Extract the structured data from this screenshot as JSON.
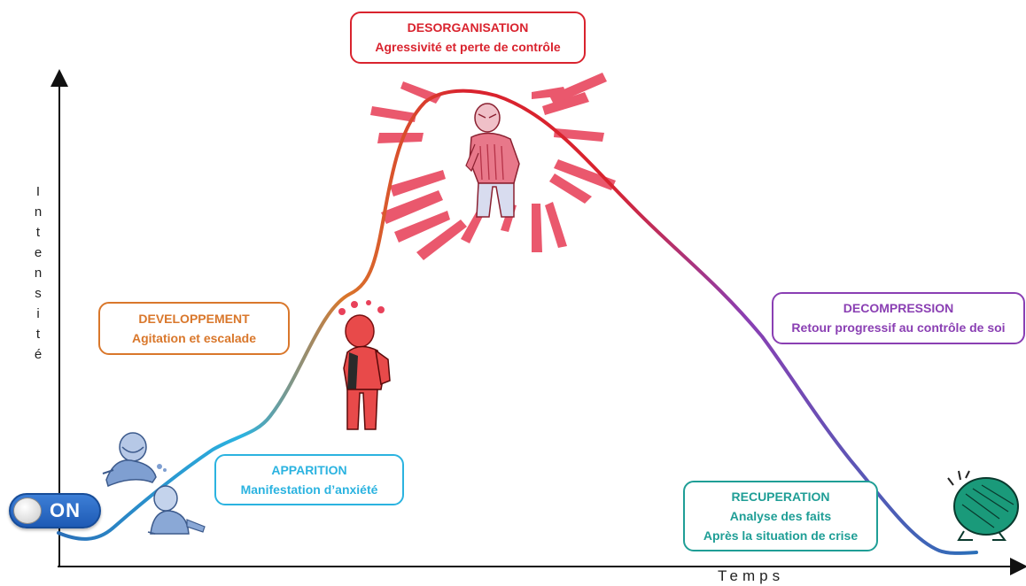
{
  "axes": {
    "y_label_letters": [
      "I",
      "n",
      "t",
      "e",
      "n",
      "s",
      "i",
      "t",
      "é"
    ],
    "x_label": "Temps"
  },
  "toggle": {
    "label": "ON"
  },
  "phases": [
    {
      "key": "apparition",
      "title": "APPARITION",
      "lines": [
        "Manifestation d’anxiété"
      ],
      "color": "#2bb3e0"
    },
    {
      "key": "developpement",
      "title": "DEVELOPPEMENT",
      "lines": [
        "Agitation et escalade"
      ],
      "color": "#d9772b"
    },
    {
      "key": "desorganisation",
      "title": "DESORGANISATION",
      "lines": [
        "Agressivité et perte de contrôle"
      ],
      "color": "#d9232e"
    },
    {
      "key": "decompression",
      "title": "DECOMPRESSION",
      "lines": [
        "Retour progressif au contrôle de soi"
      ],
      "color": "#8a3fb3"
    },
    {
      "key": "recuperation",
      "title": "RECUPERATION",
      "lines": [
        "Analyse des faits",
        "Après la situation de crise"
      ],
      "color": "#1f9e96"
    }
  ],
  "curve_colors": {
    "start": "#2a6fb8",
    "calm": "#2bb3e0",
    "rise": "#d9772b",
    "peak": "#d9232e",
    "descent": "#8a3fb3",
    "end": "#2a6fb8"
  },
  "figures": [
    {
      "name": "calm-person-1-icon"
    },
    {
      "name": "calm-person-2-icon"
    },
    {
      "name": "agitated-person-icon"
    },
    {
      "name": "angry-person-icon"
    },
    {
      "name": "curled-up-person-icon"
    }
  ]
}
